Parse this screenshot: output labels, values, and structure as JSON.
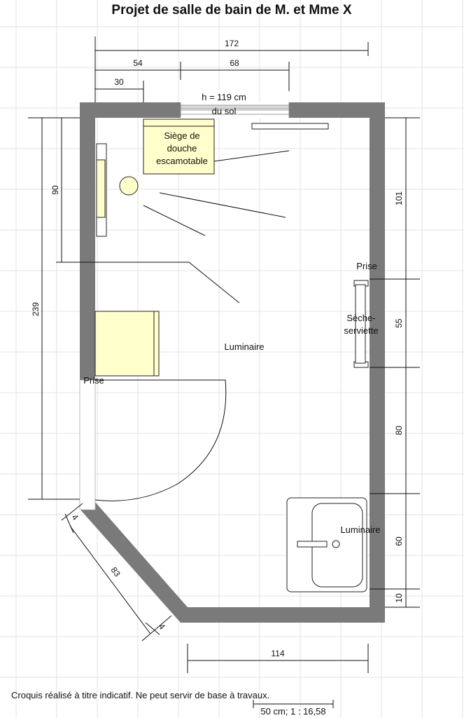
{
  "title": "Projet de salle de bain de M. et Mme X",
  "dimensions": {
    "top_total": "172",
    "top_left": "54",
    "top_right": "68",
    "top_small": "30",
    "left_outer": "239",
    "left_inner": "90",
    "right_top": "101",
    "right_mid": "55",
    "right_lower": "80",
    "right_bottom": "60",
    "right_end": "10",
    "bottom": "114",
    "diagonal": "83",
    "diagonal_end_a": "4",
    "diagonal_end_b": "4"
  },
  "labels": {
    "window_height_line1": "h = 119 cm",
    "window_height_line2": "du sol",
    "seat_line1": "Siège de",
    "seat_line2": "douche",
    "seat_line3": "escamotable",
    "outlet_right": "Prise",
    "towel_line1": "Sèche-",
    "towel_line2": "serviette",
    "light_center": "Luminaire",
    "light_sink": "Luminaire",
    "outlet_left": "Prise"
  },
  "footer": {
    "disclaimer": "Croquis réalisé à titre indicatif. Ne peut servir de base à travaux.",
    "scale": "50 cm; 1 : 16,58"
  },
  "colors": {
    "wall": "#7a7a7a",
    "fixture_fill": "#ffffcc",
    "grid": "#e3e3e3"
  }
}
